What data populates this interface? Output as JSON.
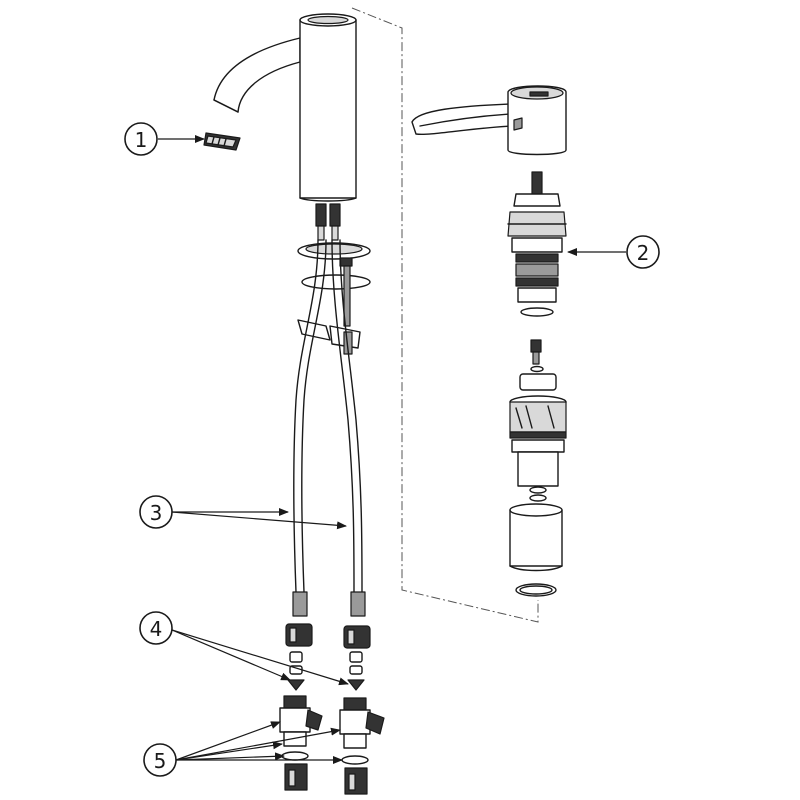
{
  "callouts": [
    {
      "id": "1",
      "label": "1"
    },
    {
      "id": "2",
      "label": "2"
    },
    {
      "id": "3",
      "label": "3"
    },
    {
      "id": "4",
      "label": "4"
    },
    {
      "id": "5",
      "label": "5"
    }
  ],
  "colors": {
    "line": "#1a1a1a",
    "light_fill": "#d9d9d9",
    "mid_fill": "#9a9a9a",
    "dark_fill": "#333333",
    "background": "#ffffff"
  },
  "icons": [
    "arrow-head-icon"
  ]
}
